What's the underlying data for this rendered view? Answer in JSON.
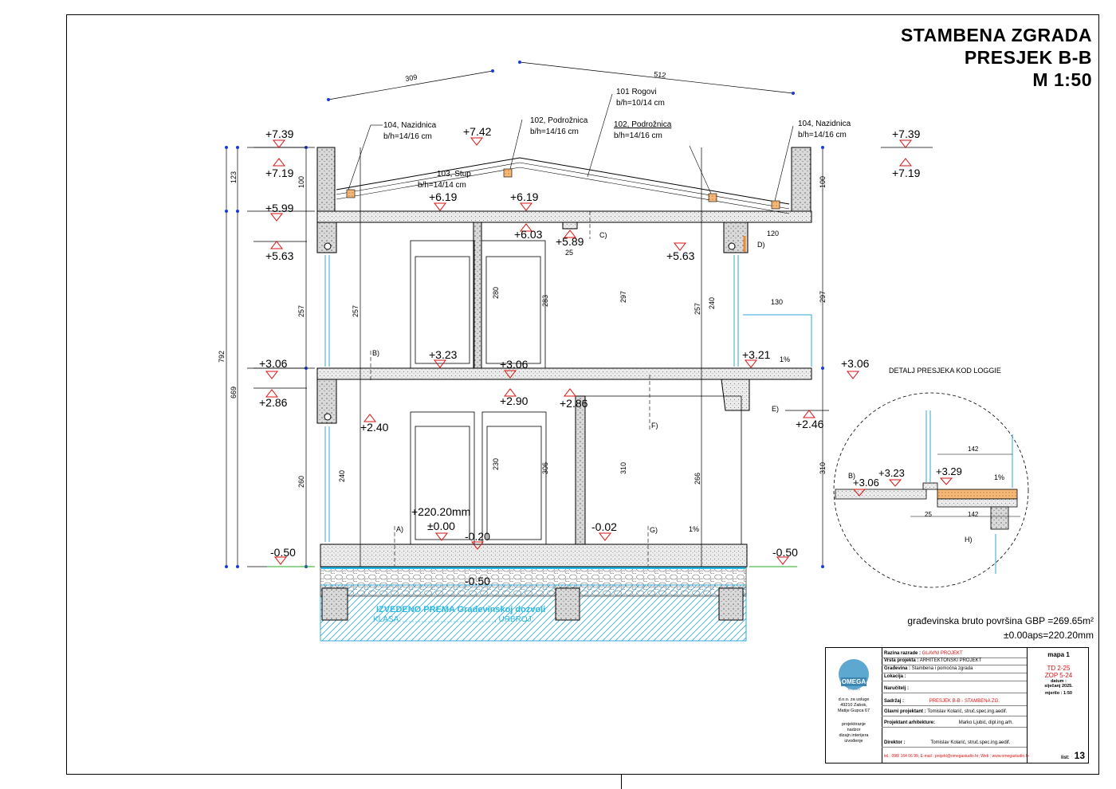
{
  "title": {
    "line1": "STAMBENA ZGRADA",
    "line2": "PRESJEK B-B",
    "line3": "M 1:50"
  },
  "levels": {
    "l739_left": "+7.39",
    "l719_left": "+7.19",
    "l742": "+7.42",
    "l739_right": "+7.39",
    "l719_right": "+7.19",
    "l599": "+5.99",
    "l563_left": "+5.63",
    "l619_a": "+6.19",
    "l619_b": "+6.19",
    "l603": "+6.03",
    "l589": "+5.89",
    "l563_mid": "+5.63",
    "l306_left": "+3.06",
    "l286": "+2.86",
    "l323": "+3.23",
    "l306_mid": "+3.06",
    "l290": "+2.90",
    "l286_mid": "+2.86",
    "l321": "+3.21",
    "l306_right": "+3.06",
    "l240": "+2.40",
    "l246": "+2.46",
    "l_mm": "+220.20mm",
    "l000": "±0.00",
    "l020": "-0.20",
    "l002": "-0.02",
    "l050_left": "-0.50",
    "l050_right": "-0.50",
    "l050_found": "-0.50"
  },
  "labels": {
    "nazidnica_left": "104, Nazidnica",
    "nazidnica_left_dim": "b/h=14/16 cm",
    "podroznica_a": "102, Podrožnica",
    "podroznica_a_dim": "b/h=14/16 cm",
    "rogovi": "101 Rogovi",
    "rogovi_dim": "b/h=10/14 cm",
    "podroznica_b": "102, Podrožnica",
    "podroznica_b_dim": "b/h=14/16 cm",
    "nazidnica_right": "104, Nazidnica",
    "nazidnica_right_dim": "b/h=14/16 cm",
    "stup": "103, Stup",
    "stup_dim": "b/h=14/14 cm",
    "detail_title": "DETALJ PRESJEKA KOD LOGGIE",
    "izvedeno": "IZVEDENO PREMA Građevinskoj dozvoli",
    "klasa": "KLASA:",
    "urbroj": ", URBROJ:",
    "note_a": "A)",
    "note_b": "B)",
    "note_c": "C)",
    "note_d": "D)",
    "note_e": "E)",
    "note_f": "F)",
    "note_g": "G)",
    "note_h": "H)",
    "slope_1": "1%",
    "slope_2": "1%",
    "slope_3": "1%"
  },
  "dimensions": {
    "d309": "309",
    "d512": "512",
    "d792": "792",
    "d669": "669",
    "d123": "123",
    "d257a": "257",
    "d257b": "257",
    "d260": "260",
    "d240": "240",
    "d280": "280",
    "d283": "283",
    "d297a": "297",
    "d297b": "297",
    "d257c": "257",
    "d240b": "240",
    "d230": "230",
    "d306": "306",
    "d310a": "310",
    "d310b": "310",
    "d266": "266",
    "d130": "130",
    "d120": "120",
    "d100a": "100",
    "d100b": "100",
    "d25": "25",
    "d142a": "142",
    "d142b": "142",
    "d3_29": "+3.29",
    "d3_23": "+3.23",
    "d3_06": "+3.06"
  },
  "area": {
    "gbp": "građevinska bruto površina GBP =269.65m²",
    "aps": "±0.00aps=220.20mm"
  },
  "titleblock": {
    "studio_name": "OMEGA",
    "studio_sub": "STUDIO",
    "address1": "d.o.o. za usluge",
    "address2": "49210 Zabok,",
    "address3": "Matije Gupca 67",
    "services1": "projektiranje",
    "services2": "nadzor",
    "services3": "dizajn interijera",
    "services4": "izvođenje",
    "razina_key": "Razina razrade :",
    "razina_val": "GLAVNI PROJEKT",
    "vrsta_key": "Vrsta projekta :",
    "vrsta_val": "ARHITEKTONSKI PROJEKT",
    "gradevina_key": "Građevina :",
    "gradevina_val": "Stambena i pomoćna zgrada",
    "lokacija_key": "Lokacija :",
    "narucitelj_key": "Naručitelj :",
    "sadrzaj_key": "Sadržaj :",
    "sadrzaj_val": "PRESJEK B-B - STAMBENA ZG.",
    "gp_key": "Glavni projektant :",
    "gp_val": "Tomislav Kolarić, struč.spec.ing.aedif.",
    "pa_key": "Projektant arhitekture:",
    "pa_val": "Marko Ljubić, dipl.ing.arh.",
    "dir_key": "Direktor :",
    "dir_val": "Tomislav Kolarić, struč.spec.ing.aedif.",
    "contact": "tel.: 098/ 164 06 99, E-mail : projekt@omegastudio.hr; Web : www.omegastudio.hr",
    "mapa": "mapa 1",
    "td": "TD 2-25",
    "zop": "ZOP 5-24",
    "datum_key": "datum :",
    "datum_val": "siječanj 2025.",
    "mjerilo": "mjerilo : 1:50",
    "list_key": "list:",
    "list_val": "13"
  }
}
